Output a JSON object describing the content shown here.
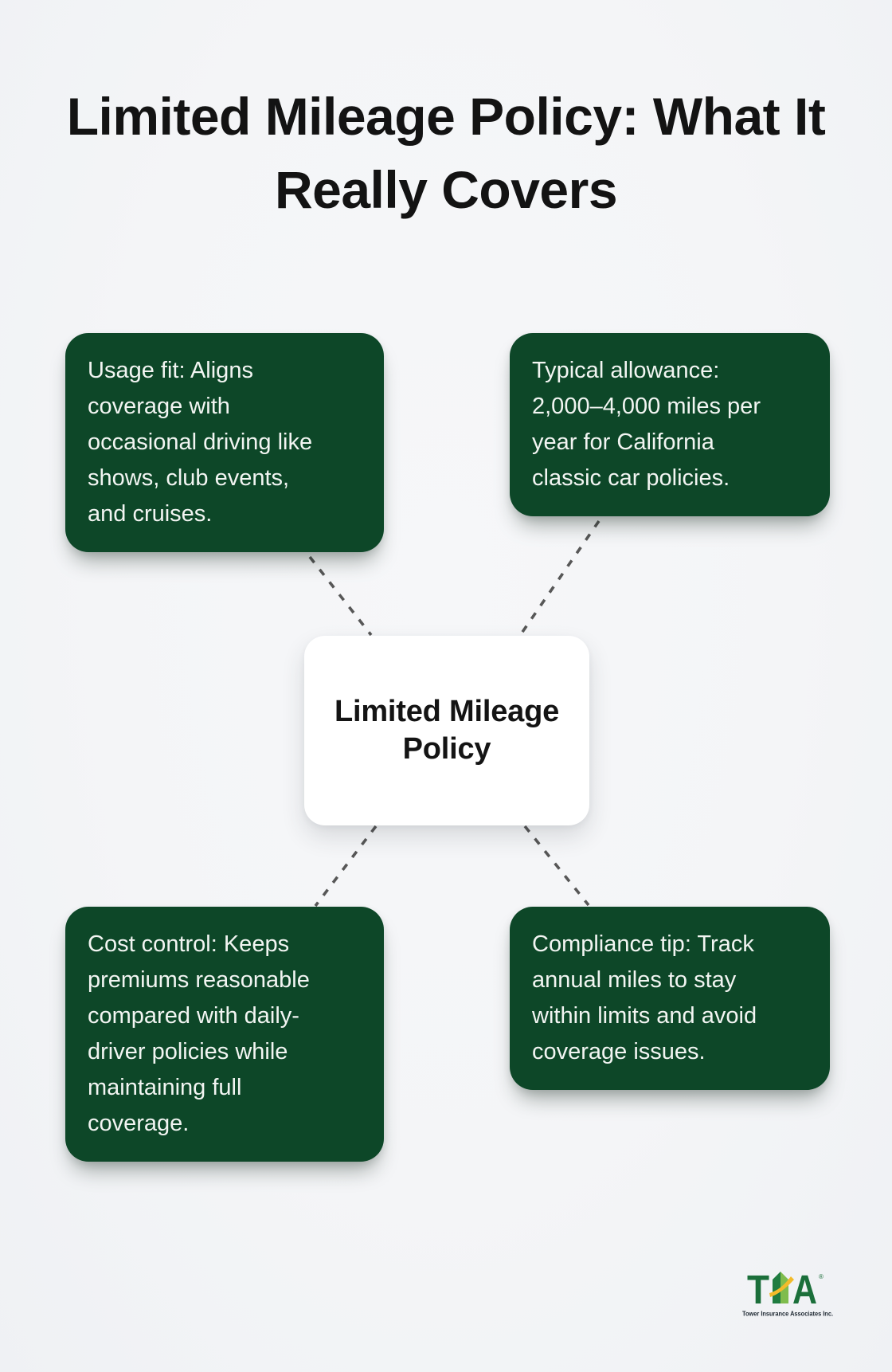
{
  "title": "Limited Mileage Policy: What It\nReally Covers",
  "center_node": {
    "label": "Limited Mileage\nPolicy"
  },
  "branches": {
    "top_left": {
      "text": "Usage fit: Aligns\ncoverage with\noccasional driving like\nshows, club events,\nand cruises."
    },
    "top_right": {
      "text": "Typical allowance:\n2,000–4,000 miles per\nyear for California\nclassic car policies."
    },
    "bottom_left": {
      "text": "Cost control: Keeps\npremiums reasonable\ncompared with daily-\ndriver policies while\nmaintaining full\ncoverage."
    },
    "bottom_right": {
      "text": "Compliance tip: Track\nannual miles to stay\nwithin limits and avoid\ncoverage issues."
    }
  },
  "logo": {
    "letter_t": "T",
    "letter_a": "A",
    "registered_mark": "®",
    "tagline": "Tower Insurance Associates Inc."
  },
  "colors": {
    "background": "#f4f5f7",
    "card_green": "#0d4728",
    "card_text": "#f2f5f2",
    "node_bg": "#ffffff",
    "node_text": "#141414",
    "title_color": "#131313",
    "connector_gray": "#575757",
    "logo_green": "#1b6f3a",
    "logo_tower_dark": "#1f7c40",
    "logo_tower_light": "#7fbc4d",
    "logo_yellow": "#f3bb2a",
    "tagline_color": "#1d2731"
  }
}
